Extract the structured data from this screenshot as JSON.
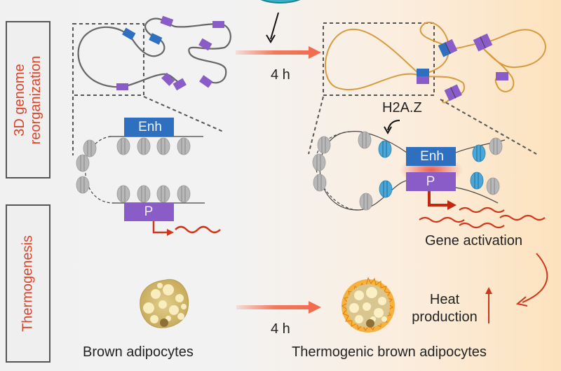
{
  "figure": {
    "side_labels": {
      "top": [
        "3D genome",
        "reorganization"
      ],
      "bottom": "Thermogenesis"
    },
    "time_labels": {
      "top_arrow": "4 h",
      "bottom_arrow": "4 h"
    },
    "elements": {
      "enhancer_label": "Enh",
      "promoter_label": "P",
      "histone_variant_label": "H2A.Z"
    },
    "annotations": {
      "gene_activation": "Gene activation",
      "heat_production_line1": "Heat",
      "heat_production_line2": "production"
    },
    "cell_labels": {
      "left": "Brown adipocytes",
      "right": "Thermogenic brown adipocytes"
    },
    "colors": {
      "enhancer": "#2f6fbf",
      "promoter": "#8a5cc7",
      "chromatin_before": "#666666",
      "chromatin_after": "#d99a3c",
      "arrow_red": "#f26c4f",
      "transcript_red": "#d0361a",
      "h2az_nucleosome": "#4aa8d8",
      "nucleosome": "#b5b5b5",
      "side_label_text": "#d9452c"
    }
  }
}
